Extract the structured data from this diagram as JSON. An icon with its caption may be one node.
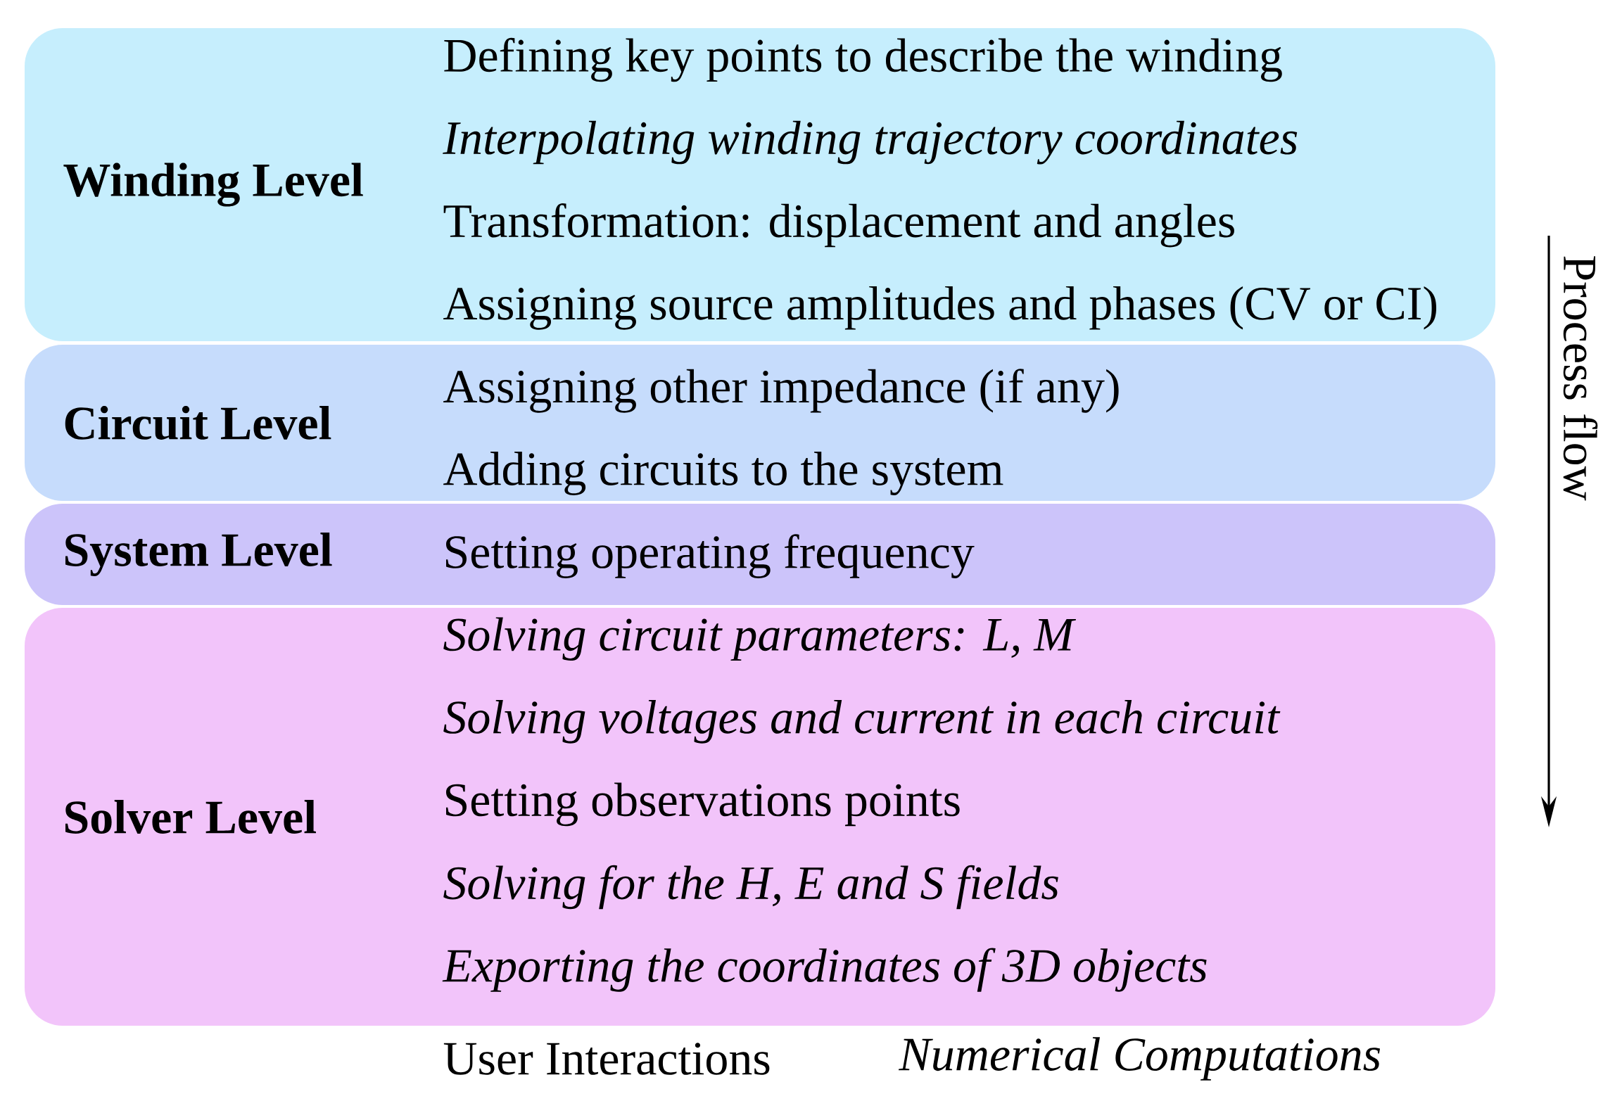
{
  "diagram": {
    "nodes": [
      {
        "text": [
          "Winding Level",
          "Defining key points to describe the winding",
          "Interpolating winding trajectory coordinates",
          "Transformation: displacement and angles",
          "Assigning source amplitudes and phases (CV or CI)"
        ]
      },
      {
        "text": [
          "Circuit Level",
          "Assigning other impedance (if any)",
          "Adding circuits to the system"
        ]
      },
      {
        "text": [
          "System Level",
          "Setting operating frequency"
        ]
      },
      {
        "text": [
          "Solver Level",
          "Solving circuit parameters: L, M",
          "Solving voltages and current in each circuit",
          "Setting observations points",
          "Solving for the H, E and S fields",
          "Exporting the coordinates of 3D objects"
        ]
      }
    ],
    "labels": [
      "Process flow",
      "User Interactions",
      "Numerical Computations"
    ]
  }
}
